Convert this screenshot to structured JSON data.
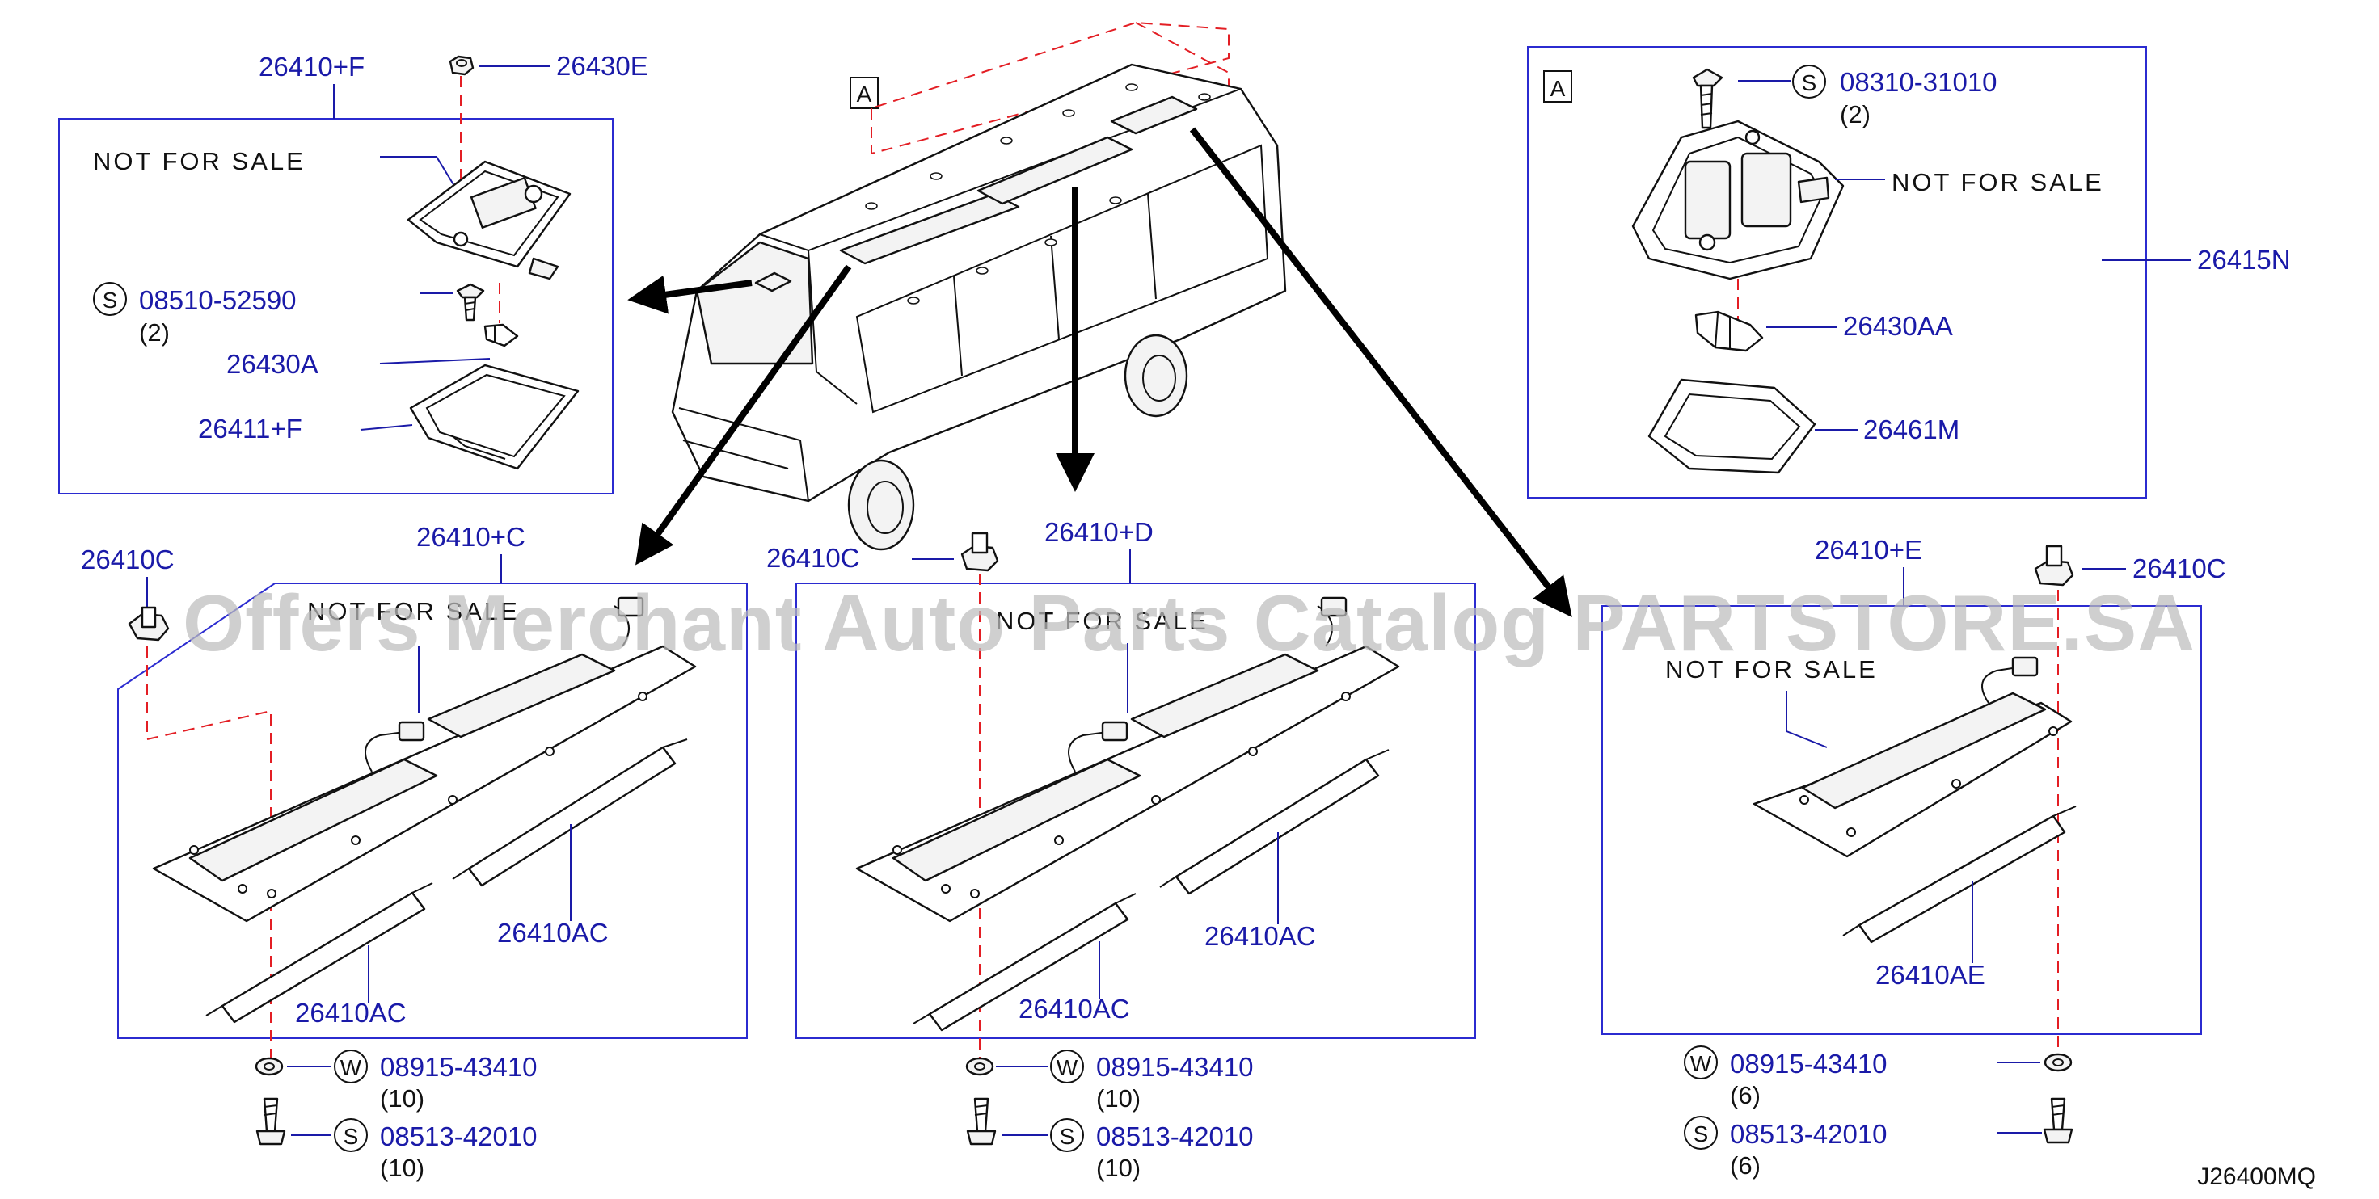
{
  "diagram_code": "J26400MQ",
  "watermark": "Offers Merchant Auto Parts Catalog PARTSTORE.SA",
  "not_for_sale": "NOT FOR SALE",
  "view_marker": "A",
  "symbols": {
    "screw": "S",
    "washer": "W"
  },
  "panel_f": {
    "assembly": "26410+F",
    "bulb_cap": "26430E",
    "screw_part": "08510-52590",
    "screw_qty": "(2)",
    "bulb": "26430A",
    "lens": "26411+F"
  },
  "panel_a": {
    "screw_part": "08310-31010",
    "screw_qty": "(2)",
    "assembly": "26415N",
    "bulb": "26430AA",
    "lens": "26461M"
  },
  "panel_c": {
    "assembly": "26410+C",
    "clip": "26410C",
    "tube_right": "26410AC",
    "tube_left": "26410AC",
    "washer_part": "08915-43410",
    "washer_qty": "(10)",
    "screw_part": "08513-42010",
    "screw_qty": "(10)"
  },
  "panel_d": {
    "assembly": "26410+D",
    "clip": "26410C",
    "tube_right": "26410AC",
    "tube_left": "26410AC",
    "washer_part": "08915-43410",
    "washer_qty": "(10)",
    "screw_part": "08513-42010",
    "screw_qty": "(10)"
  },
  "panel_e": {
    "assembly": "26410+E",
    "clip": "26410C",
    "tube": "26410AE",
    "washer_part": "08915-43410",
    "washer_qty": "(6)",
    "screw_part": "08513-42010",
    "screw_qty": "(6)"
  }
}
